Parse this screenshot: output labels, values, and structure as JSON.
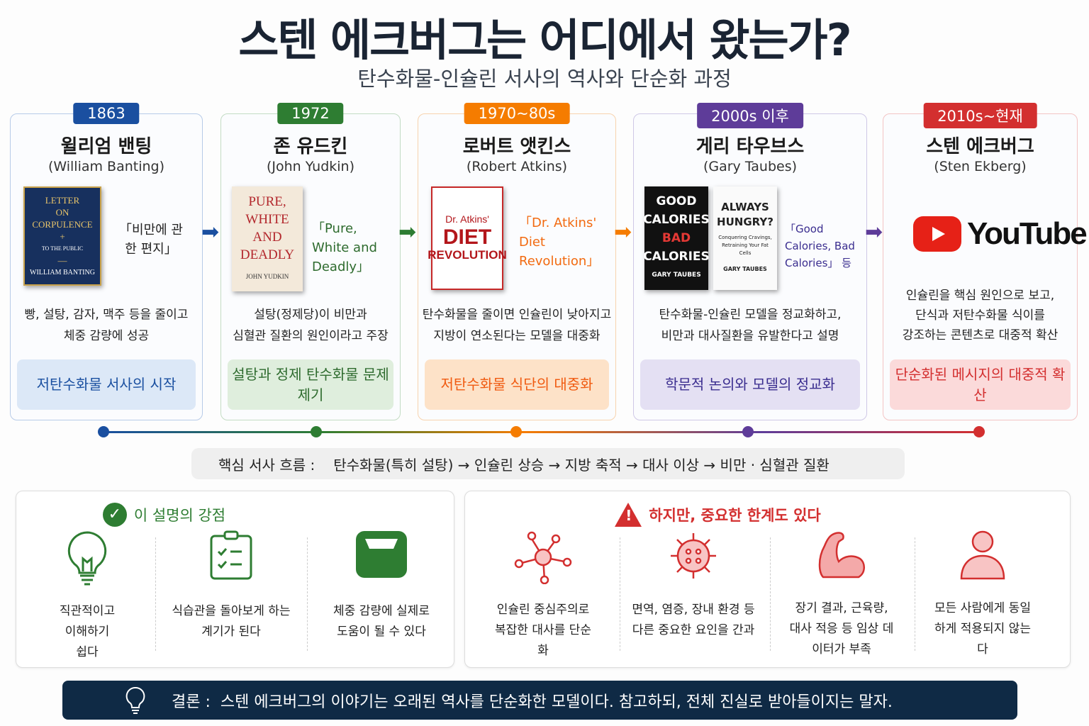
{
  "title": "스텐 에크버그는 어디에서 왔는가?",
  "subtitle": "탄수화물-인슐린 서사의 역사와 단순화 과정",
  "columns": [
    {
      "year": "1863",
      "name": "윌리엄 밴팅",
      "name_en": "(William Banting)",
      "book": {
        "lines": [
          "LETTER",
          "ON",
          "CORPULENCE",
          "+",
          "TO THE PUBLIC",
          "—",
          "WILLIAM BANTING"
        ]
      },
      "quote": "「비만에 관한 편지」",
      "desc": [
        "빵, 설탕, 감자, 맥주 등을 줄이고",
        "체중 감량에 성공"
      ],
      "tag": "저탄수화물 서사의 시작",
      "color": "#1a4fa0"
    },
    {
      "year": "1972",
      "name": "존 유드킨",
      "name_en": "(John Yudkin)",
      "book": {
        "lines": [
          "PURE,",
          "WHITE",
          "AND",
          "DEADLY",
          "JOHN YUDKIN"
        ]
      },
      "quote": "「Pure, White and Deadly」",
      "desc": [
        "설탕(정제당)이 비만과",
        "심혈관 질환의 원인이라고 주장"
      ],
      "tag": "설탕과 정제 탄수화물 문제 제기",
      "color": "#2e7d32"
    },
    {
      "year": "1970~80s",
      "name": "로버트 앳킨스",
      "name_en": "(Robert Atkins)",
      "book": {
        "lines": [
          "Dr. Atkins'",
          "DIET",
          "REVOLUTION"
        ]
      },
      "quote": "「Dr. Atkins' Diet Revolution」",
      "desc": [
        "탄수화물을 줄이면 인슐린이 낮아지고",
        "지방이 연소된다는 모델을 대중화"
      ],
      "tag": "저탄수화물 식단의 대중화",
      "color": "#f57c00"
    },
    {
      "year": "2000s 이후",
      "name": "게리 타우브스",
      "name_en": "(Gary Taubes)",
      "book": {
        "lines": [
          "GOOD",
          "CALORIES",
          "BAD",
          "CALORIES",
          "GARY TAUBES"
        ]
      },
      "book2": {
        "lines": [
          "ALWAYS",
          "HUNGRY?",
          "Conquering Cravings, Retraining Your Fat Cells",
          "GARY TAUBES"
        ]
      },
      "quote": "「Good Calories, Bad Calories」 등",
      "desc": [
        "탄수화물-인슐린 모델을 정교화하고,",
        "비만과 대사질환을 유발한다고 설명"
      ],
      "tag": "학문적 논의와 모델의 정교화",
      "color": "#5e3c99"
    },
    {
      "year": "2010s~현재",
      "name": "스텐 에크버그",
      "name_en": "(Sten Ekberg)",
      "logo": "YouTube",
      "desc": [
        "인슐린을 핵심 원인으로 보고,",
        "단식과 저탄수화물 식이를",
        "강조하는 콘텐츠로 대중적 확산"
      ],
      "tag": "단순화된 메시지의 대중적 확산",
      "color": "#d32f2f"
    }
  ],
  "flow": {
    "label": "핵심 서사 흐름 :",
    "text": "탄수화물(특히 설탕) → 인슐린 상승 → 지방 축적 → 대사 이상 → 비만 · 심혈관 질환"
  },
  "strengths": {
    "title": "이 설명의 강점",
    "items": [
      "직관적이고 이해하기 쉽다",
      "식습관을 돌아보게 하는 계기가 된다",
      "체중 감량에 실제로 도움이 될 수 있다"
    ]
  },
  "limits": {
    "title": "하지만, 중요한 한계도 있다",
    "items": [
      "인슐린 중심주의로 복잡한 대사를 단순화",
      "면역, 염증, 장내 환경 등 다른 중요한 요인을 간과",
      "장기 결과, 근육량, 대사 적응 등 임상 데이터가 부족",
      "모든 사람에게 동일하게 적용되지 않는다"
    ]
  },
  "conclusion": "결론 :  스텐 에크버그의 이야기는 오래된 역사를 단순화한 모델이다. 참고하되, 전체 진실로 받아들이지는 말자."
}
